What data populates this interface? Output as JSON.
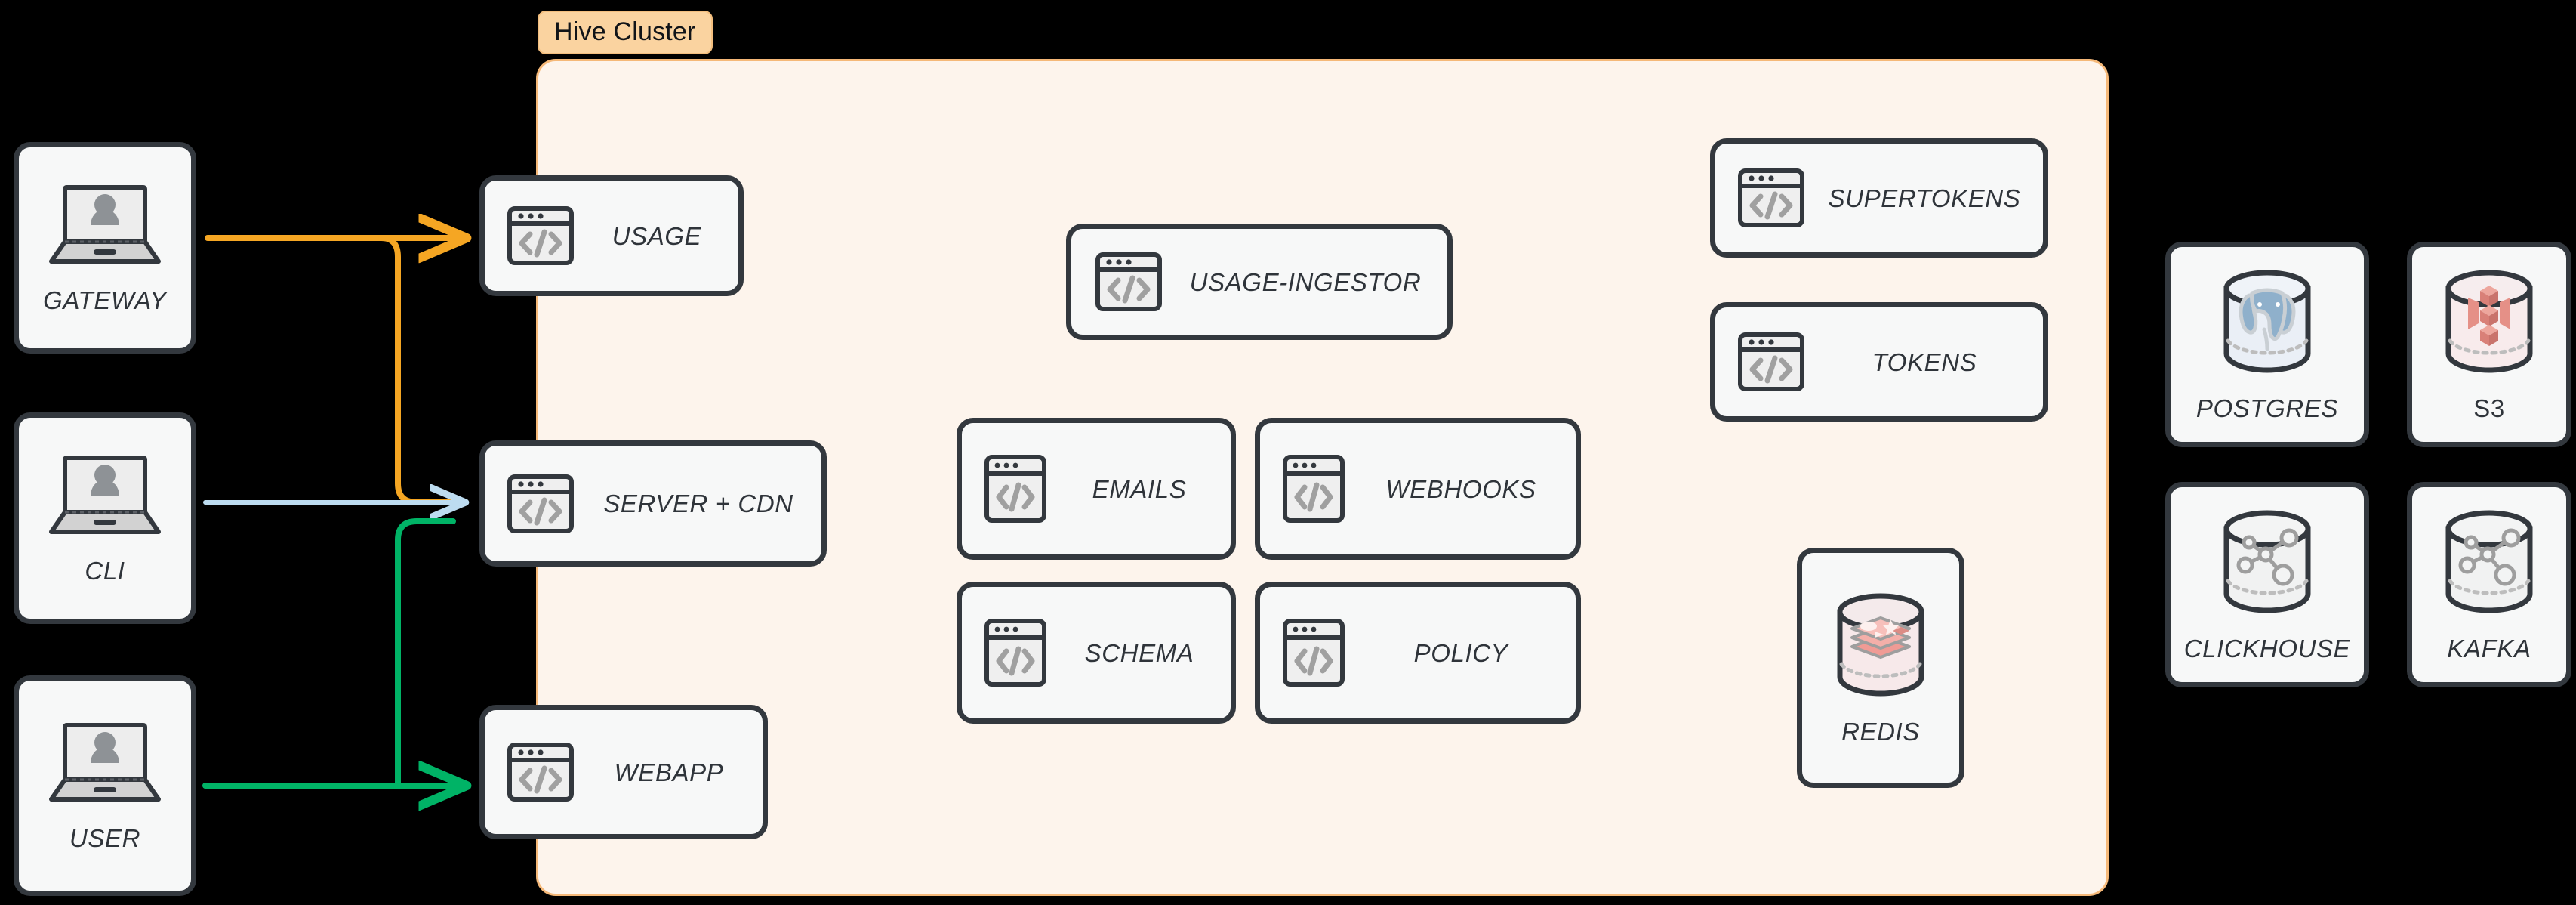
{
  "cluster": {
    "badge_label": "Hive Cluster",
    "panel_fill": "#FDF4EC",
    "panel_border": "#F5B878",
    "badge_fill": "#FAD3A0"
  },
  "theme": {
    "background": "#000000",
    "node_fill": "#F7F8F8",
    "node_border": "#33383E",
    "label_color": "#2F343A",
    "icon_screen_fill": "#EFEFEF",
    "icon_glyph_gray": "#A0A0A0",
    "connector_orange": "#F5A623",
    "connector_blue": "#BDDCF0",
    "connector_green": "#00B366",
    "redis_red": "#EFA29B",
    "postgres_blue": "#8FB0CB",
    "s3_red": "#E59087"
  },
  "actors": [
    {
      "id": "gateway",
      "label": "GATEWAY",
      "icon": "laptop-user-icon"
    },
    {
      "id": "cli",
      "label": "CLI",
      "icon": "laptop-user-icon"
    },
    {
      "id": "user",
      "label": "USER",
      "icon": "laptop-user-icon"
    }
  ],
  "edge_services": [
    {
      "id": "usage",
      "label": "USAGE",
      "icon": "code-window-icon"
    },
    {
      "id": "servercdn",
      "label": "SERVER + CDN",
      "icon": "code-window-icon"
    },
    {
      "id": "webapp",
      "label": "WEBAPP",
      "icon": "code-window-icon"
    }
  ],
  "middle_services": [
    {
      "id": "ingestor",
      "label": "USAGE-INGESTOR",
      "icon": "code-window-icon"
    },
    {
      "id": "emails",
      "label": "EMAILS",
      "icon": "code-window-icon"
    },
    {
      "id": "webhooks",
      "label": "WEBHOOKS",
      "icon": "code-window-icon"
    },
    {
      "id": "schema",
      "label": "SCHEMA",
      "icon": "code-window-icon"
    },
    {
      "id": "policy",
      "label": "POLICY",
      "icon": "code-window-icon"
    }
  ],
  "token_services": [
    {
      "id": "supertokens",
      "label": "SUPERTOKENS",
      "icon": "code-window-icon"
    },
    {
      "id": "tokens",
      "label": "TOKENS",
      "icon": "code-window-icon"
    }
  ],
  "cache": [
    {
      "id": "redis",
      "label": "REDIS",
      "icon": "redis-cylinder-icon"
    }
  ],
  "datastores": [
    {
      "id": "postgres",
      "label": "POSTGRES",
      "icon": "postgres-cylinder-icon"
    },
    {
      "id": "s3",
      "label": "S3",
      "icon": "s3-cylinder-icon"
    },
    {
      "id": "clickhouse",
      "label": "CLICKHOUSE",
      "icon": "graph-cylinder-icon"
    },
    {
      "id": "kafka",
      "label": "KAFKA",
      "icon": "graph-cylinder-icon"
    }
  ],
  "connections": [
    {
      "from": "gateway",
      "to": "usage",
      "color": "#F5A623",
      "name": "gateway-to-usage"
    },
    {
      "from": "gateway",
      "to": "servercdn",
      "color": "#F5A623",
      "name": "gateway-to-server-cdn"
    },
    {
      "from": "cli",
      "to": "servercdn",
      "color": "#BDDCF0",
      "name": "cli-to-server-cdn"
    },
    {
      "from": "user",
      "to": "servercdn",
      "color": "#00B366",
      "name": "user-to-server-cdn"
    },
    {
      "from": "user",
      "to": "webapp",
      "color": "#00B366",
      "name": "user-to-webapp"
    }
  ]
}
